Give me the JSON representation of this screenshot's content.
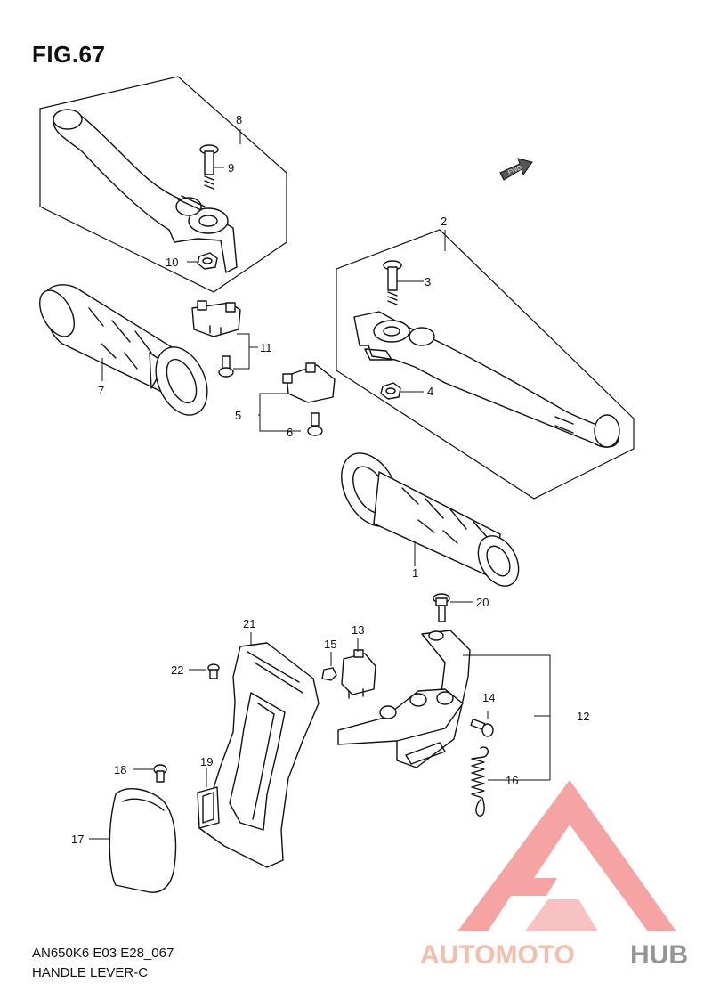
{
  "figure": {
    "title": "FIG.67",
    "model_code": "AN650K6 E03 E28_067",
    "section_title": "HANDLE LEVER-C",
    "direction_badge": "FWD"
  },
  "watermark": {
    "word_part1": "AUTOMOTO",
    "word_part2": "HUB",
    "color_primary": "#f07878",
    "color_secondary": "#f5b8a0",
    "color_dark": "#8a8a8a"
  },
  "callouts": [
    {
      "id": "1",
      "label": "1"
    },
    {
      "id": "2",
      "label": "2"
    },
    {
      "id": "3",
      "label": "3"
    },
    {
      "id": "4",
      "label": "4"
    },
    {
      "id": "5",
      "label": "5"
    },
    {
      "id": "6",
      "label": "6"
    },
    {
      "id": "7",
      "label": "7"
    },
    {
      "id": "8",
      "label": "8"
    },
    {
      "id": "9",
      "label": "9"
    },
    {
      "id": "10",
      "label": "10"
    },
    {
      "id": "11",
      "label": "11"
    },
    {
      "id": "12",
      "label": "12"
    },
    {
      "id": "13",
      "label": "13"
    },
    {
      "id": "14",
      "label": "14"
    },
    {
      "id": "15",
      "label": "15"
    },
    {
      "id": "16",
      "label": "16"
    },
    {
      "id": "17",
      "label": "17"
    },
    {
      "id": "18",
      "label": "18"
    },
    {
      "id": "19",
      "label": "19"
    },
    {
      "id": "20",
      "label": "20"
    },
    {
      "id": "21",
      "label": "21"
    },
    {
      "id": "22",
      "label": "22"
    }
  ]
}
